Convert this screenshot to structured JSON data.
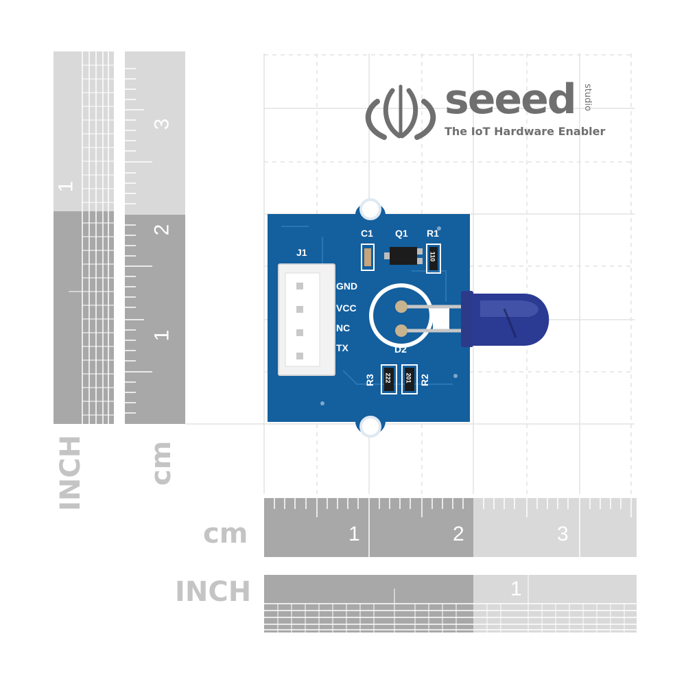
{
  "logo": {
    "word": "seeed",
    "studio": "studio",
    "tagline": "The IoT Hardware Enabler"
  },
  "board": {
    "connector_label": "J1",
    "pins": [
      "GND",
      "VCC",
      "NC",
      "TX"
    ],
    "components": {
      "c1": "C1",
      "q1": "Q1",
      "r1": "R1",
      "d2": "D2",
      "r3": "R3",
      "r2": "R2",
      "r1_code": "110",
      "r3_code": "222",
      "r2_code": "201"
    }
  },
  "rulers": {
    "vertical_inch_label": "INCH",
    "vertical_cm_label": "cm",
    "horizontal_cm_label": "cm",
    "horizontal_inch_label": "INCH",
    "vertical_inch_ticks": [
      "1"
    ],
    "vertical_cm_ticks": [
      "3",
      "2",
      "1"
    ],
    "horizontal_cm_ticks": [
      "1",
      "2",
      "3"
    ],
    "horizontal_inch_ticks": [
      "1"
    ]
  },
  "colors": {
    "pcb": "#145f9e",
    "ruler_dark": "#a8a8a8",
    "ruler_light": "#d9d9d9",
    "grid": "#e2e2e2",
    "label": "#c4c4c4"
  }
}
